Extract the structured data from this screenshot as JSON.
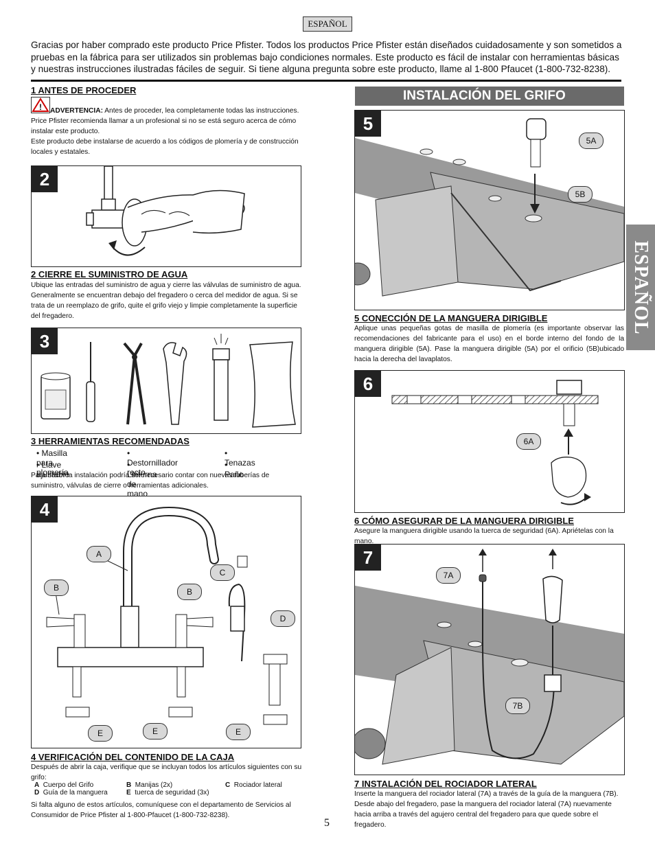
{
  "header": {
    "language_box": "ESPAÑOL",
    "intro": "Gracias por haber comprado este producto Price Pfister. Todos los productos Price Pfister están diseñados cuidadosamente y son sometidos a pruebas en la fábrica para ser utilizados sin problemas bajo condiciones normales. Este producto es fácil de instalar con herramientas básicas y nuestras instrucciones ilustradas fáciles de seguir. Si tiene alguna pregunta sobre este producto, llame al 1-800 Pfaucet (1-800-732-8238)."
  },
  "side_tab": "ESPAÑOL",
  "section1": {
    "heading": "1  ANTES DE PROCEDER",
    "warning_label": "ADVERTENCIA:",
    "warning_text": " Antes de proceder, lea completamente todas las instrucciones. Price Pfister recomienda llamar a un profesional si no se está seguro acerca de cómo instalar este producto.",
    "note": "Este producto debe instalarse de acuerdo a los códigos de plomería y de construcción locales y estatales."
  },
  "section2": {
    "step_number": "2",
    "heading": "2  CIERRE EL SUMINISTRO DE AGUA",
    "text": "Ubique las entradas del suministro de agua y cierre las válvulas de suministro de agua. Generalmente se encuentran debajo del fregadero o cerca del medidor de agua. Si se trata de un reemplazo de grifo, quite el grifo viejo y limpie completamente la superficie del fregadero."
  },
  "section3": {
    "step_number": "3",
    "heading": "3  HERRAMIENTAS RECOMENDADAS",
    "tools": [
      "• Masilla para plomería",
      "• Destornillador recto",
      "• Tenazas",
      "• Llave ajustable",
      "• Linterna de mano",
      "• Paño"
    ],
    "note": "Para hacer la instalación podría ser necesario contar con nuevas tuberías de suministro, válvulas de cierre o herramientas adicionales."
  },
  "section4": {
    "step_number": "4",
    "callouts": [
      "A",
      "B",
      "B",
      "C",
      "D",
      "E",
      "E",
      "E"
    ],
    "heading": "4  VERIFICACIÓN DEL CONTENIDO DE LA CAJA",
    "intro": "Después de abrir la caja, verifique que se incluyan todos los artículos siguientes con su grifo:",
    "items": [
      {
        "letter": "A",
        "text": "Cuerpo del Grifo"
      },
      {
        "letter": "B",
        "text": "Manijas (2x)"
      },
      {
        "letter": "C",
        "text": "Rociador lateral"
      },
      {
        "letter": "D",
        "text": "Guía de la manguera"
      },
      {
        "letter": "E",
        "text": "tuerca de seguridad (3x)"
      }
    ],
    "note": "Si falta alguno de estos artículos, comuníquese con el departamento de Servicios al Consumidor de Price Pfister al 1-800-Pfaucet (1-800-732-8238)."
  },
  "install_band": "INSTALACIÓN DEL GRIFO",
  "section5": {
    "step_number": "5",
    "callouts": [
      "5A",
      "5B"
    ],
    "heading": "5  CONECCIÓN DE LA MANGUERA DIRIGIBLE",
    "text": "Aplique unas pequeñas gotas de masilla de plomería (es importante observar las recomendaciones del fabricante para el uso) en el borde interno del fondo de la manguera dirigible (5A). Pase la manguera dirigible (5A) por el orificio (5B)ubicado hacia la derecha del lavaplatos."
  },
  "section6": {
    "step_number": "6",
    "callouts": [
      "6A"
    ],
    "heading": "6  CÓMO ASEGURAR DE LA MANGUERA DIRIGIBLE",
    "text": "Asegure la manguera dirigible usando la tuerca de seguridad (6A). Apriételas con la mano."
  },
  "section7": {
    "step_number": "7",
    "callouts": [
      "7A",
      "7B"
    ],
    "heading": "7  INSTALACIÓN DEL ROCIADOR LATERAL",
    "text": "Inserte la manguera del rociador lateral (7A) a través de la guía de la manguera (7B). Desde abajo del fregadero, pase la manguera del rociador lateral (7A) nuevamente hacia arriba a través del agujero central del fregadero para que quede sobre el fregadero."
  },
  "page_number": "5"
}
